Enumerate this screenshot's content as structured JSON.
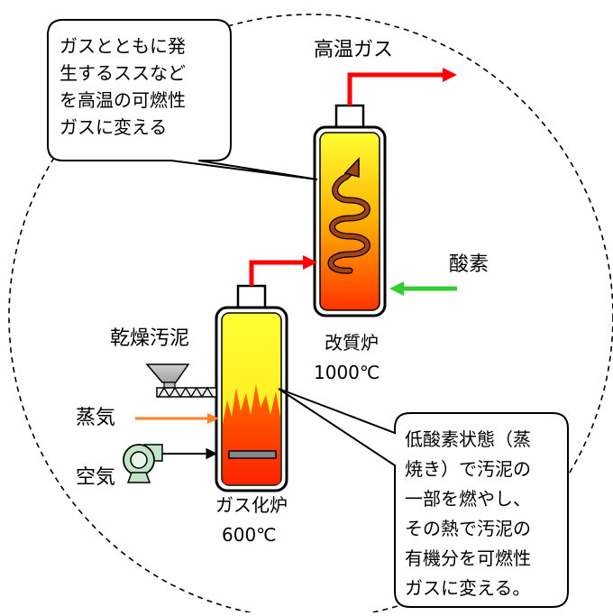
{
  "labels": {
    "hot_gas": "高温ガス",
    "oxygen": "酸素",
    "reformer_name": "改質炉",
    "reformer_temp": "1000℃",
    "dried_sludge": "乾燥汚泥",
    "steam": "蒸気",
    "air": "空気",
    "gasifier_name": "ガス化炉",
    "gasifier_temp": "600℃"
  },
  "callout_reformer": {
    "lines": [
      "ガスとともに発",
      "生するススなど",
      "を高温の可燃性",
      "ガスに変える"
    ]
  },
  "callout_gasifier": {
    "lines": [
      "低酸素状態（蒸",
      "焼き）で汚泥の",
      "一部を燃やし、",
      "その熱で汚泥の",
      "有機分を可燃性",
      "ガスに変える。"
    ]
  },
  "colors": {
    "flow_red": "#ff0000",
    "oxygen_green": "#33cc33",
    "steam_orange": "#ff7f27",
    "furnace_top": "#ffff33",
    "furnace_bottom": "#ff3300",
    "spiral_brown": "#a0421a"
  }
}
